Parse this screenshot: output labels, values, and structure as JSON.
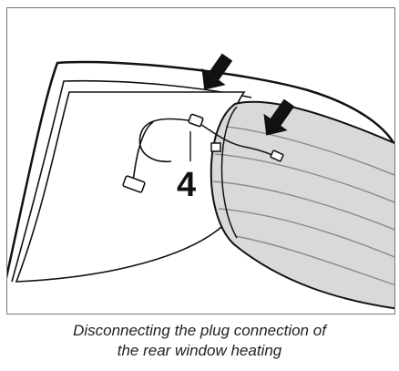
{
  "figure": {
    "callout_number": "4",
    "caption_line1": "Disconnecting the plug connection of",
    "caption_line2": "the rear window heating",
    "colors": {
      "outline": "#111111",
      "panel_fill": "#ffffff",
      "tube_fill": "#d9d9d9",
      "tube_shadow": "#bcbcbc",
      "arrow_fill": "#111111"
    },
    "icons": [
      "down-arrow-icon",
      "down-arrow-icon",
      "plug-connector-icon"
    ]
  }
}
